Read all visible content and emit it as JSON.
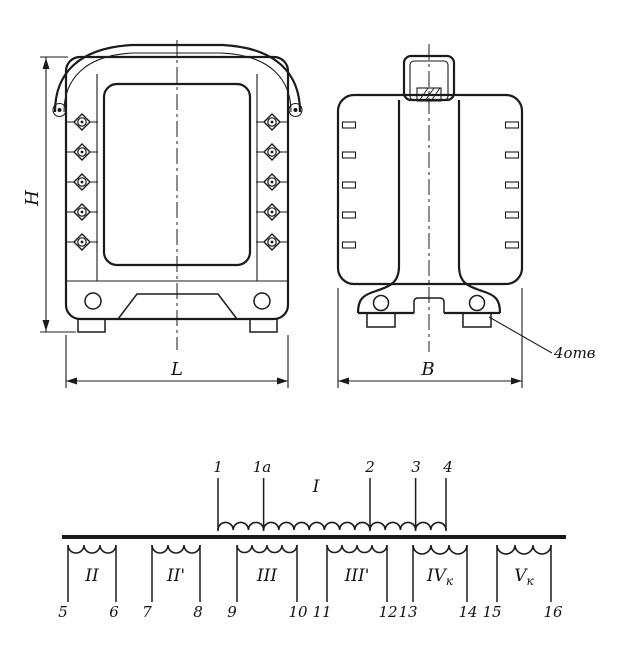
{
  "colors": {
    "ink": "#1b1b1b",
    "paper": "#ffffff"
  },
  "views": {
    "front": {
      "height_label": "H",
      "width_label": "L"
    },
    "side": {
      "width_label": "B",
      "holes_note": "4отв"
    }
  },
  "schematic": {
    "primary": {
      "label": "I",
      "terminals": [
        "1",
        "1а",
        "2",
        "3",
        "4"
      ]
    },
    "secondaries": [
      {
        "label": "II",
        "sub": "",
        "terminals": [
          "5",
          "6"
        ]
      },
      {
        "label": "II'",
        "sub": "",
        "terminals": [
          "7",
          "8"
        ]
      },
      {
        "label": "III",
        "sub": "",
        "terminals": [
          "9",
          "10"
        ]
      },
      {
        "label": "III'",
        "sub": "",
        "terminals": [
          "11",
          "12"
        ]
      },
      {
        "label": "IV",
        "sub": "к",
        "terminals": [
          "13",
          "14"
        ]
      },
      {
        "label": "V",
        "sub": "к",
        "terminals": [
          "15",
          "16"
        ]
      }
    ]
  }
}
